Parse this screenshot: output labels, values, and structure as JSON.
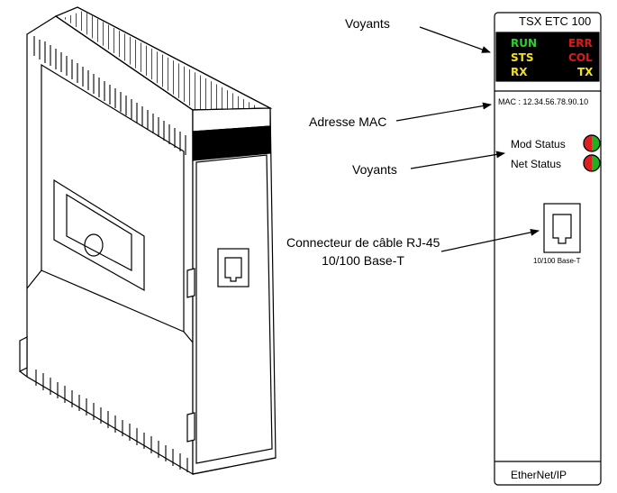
{
  "callouts": {
    "voyants_top": "Voyants",
    "adresse_mac": "Adresse MAC",
    "voyants_mid": "Voyants",
    "connecteur_line1": "Connecteur de câble RJ-45",
    "connecteur_line2": "10/100  Base-T"
  },
  "panel": {
    "model": "TSX ETC 100",
    "leds": {
      "run": "RUN",
      "err": "ERR",
      "sts": "STS",
      "col": "COL",
      "rx": "RX",
      "tx": "TX"
    },
    "mac": "MAC : 12.34.56.78.90.10",
    "mod_status": "Mod Status",
    "net_status": "Net Status",
    "port_label": "10/100 Base-T",
    "network": "EtherNet/IP"
  },
  "colors": {
    "led_green": "#2dd12d",
    "led_red": "#e01818",
    "led_yellow": "#f2e21a",
    "led_window": "#000000",
    "status_green": "#22b022",
    "status_red": "#e02020"
  }
}
